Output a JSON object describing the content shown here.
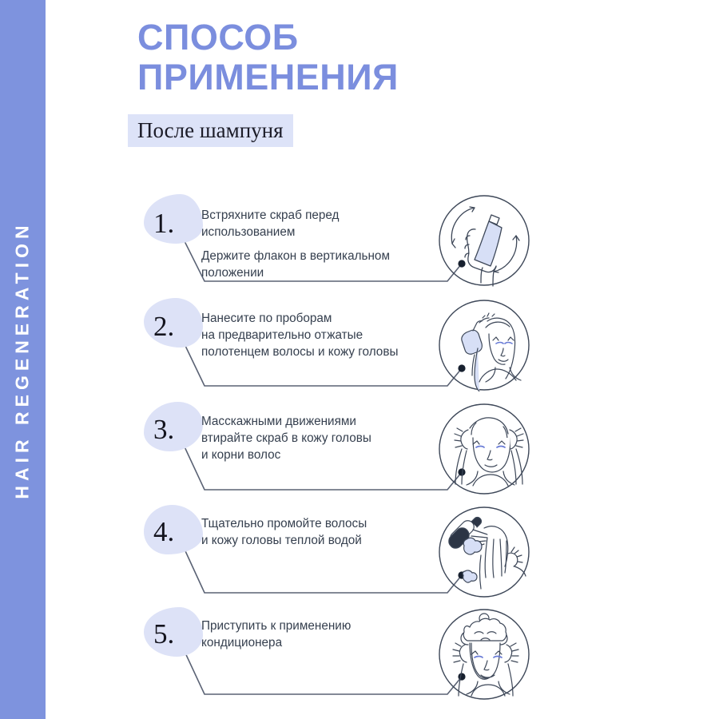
{
  "brand": {
    "vertical_label": "HAIR REGENERATION",
    "bar_color": "#7e93de"
  },
  "header": {
    "title_line_1": "СПОСОБ",
    "title_line_2": "ПРИМЕНЕНИЯ",
    "title_color": "#7b8ede",
    "subtitle": "После шампуня",
    "subtitle_bg": "#dde3f8"
  },
  "steps": [
    {
      "number": "1.",
      "text_1": "Встряхните скраб перед\nиспользованием",
      "text_2": "Держите флакон в вертикальном\nположении",
      "icon": "hand-shaking-bottle-icon"
    },
    {
      "number": "2.",
      "text_1": "Нанесите по проборам\nна предварительно отжатые\nполотенцем волосы и кожу головы",
      "text_2": "",
      "icon": "woman-spraying-hair-icon"
    },
    {
      "number": "3.",
      "text_1": "Масскажными движениями\nвтирайте скраб в кожу головы\nи корни волос",
      "text_2": "",
      "icon": "woman-massaging-scalp-icon"
    },
    {
      "number": "4.",
      "text_1": "Тщательно промойте волосы\nи кожу головы теплой водой",
      "text_2": "",
      "icon": "shower-rinsing-hair-icon"
    },
    {
      "number": "5.",
      "text_1": "Приступить к применению\nкондиционера",
      "text_2": "",
      "icon": "woman-applying-conditioner-icon"
    }
  ],
  "palette": {
    "line": "#5a6274",
    "blob": "#dde2f7",
    "illustration_stroke": "#3d4758",
    "illustration_fill": "#d7dff6",
    "text": "#36404f"
  }
}
